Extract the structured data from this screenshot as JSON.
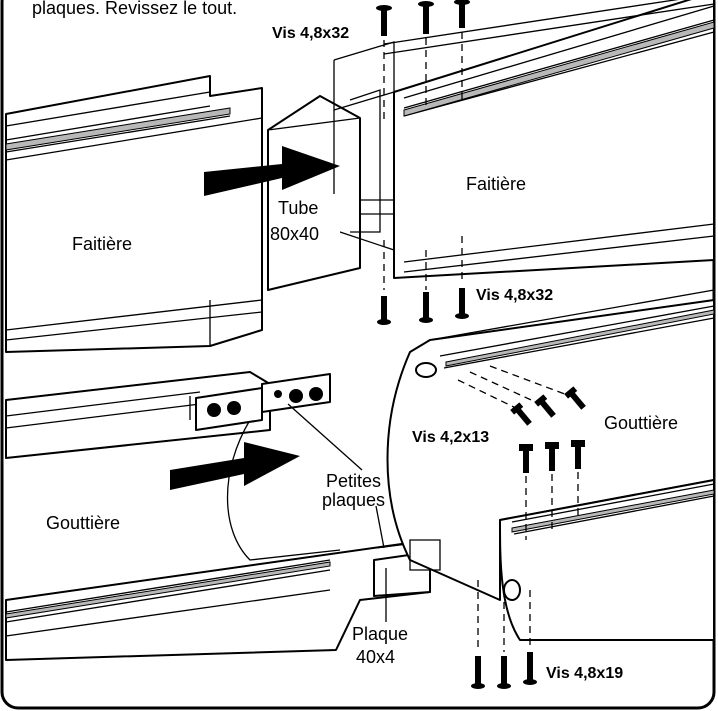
{
  "instruction_text": "plaques. Revissez le tout.",
  "labels": {
    "vis_top": "Vis 4,8x32",
    "vis_mid": "Vis 4,8x32",
    "faitiere_left": "Faitière",
    "faitiere_right": "Faitière",
    "tube_line1": "Tube",
    "tube_line2": "80x40",
    "vis_small": "Vis 4,2x13",
    "gouttiere_right": "Gouttière",
    "gouttiere_left": "Gouttière",
    "petites_line1": "Petites",
    "petites_line2": "plaques",
    "plaque_line1": "Plaque",
    "plaque_line2": "40x4",
    "vis_bottom": "Vis 4,8x19"
  }
}
